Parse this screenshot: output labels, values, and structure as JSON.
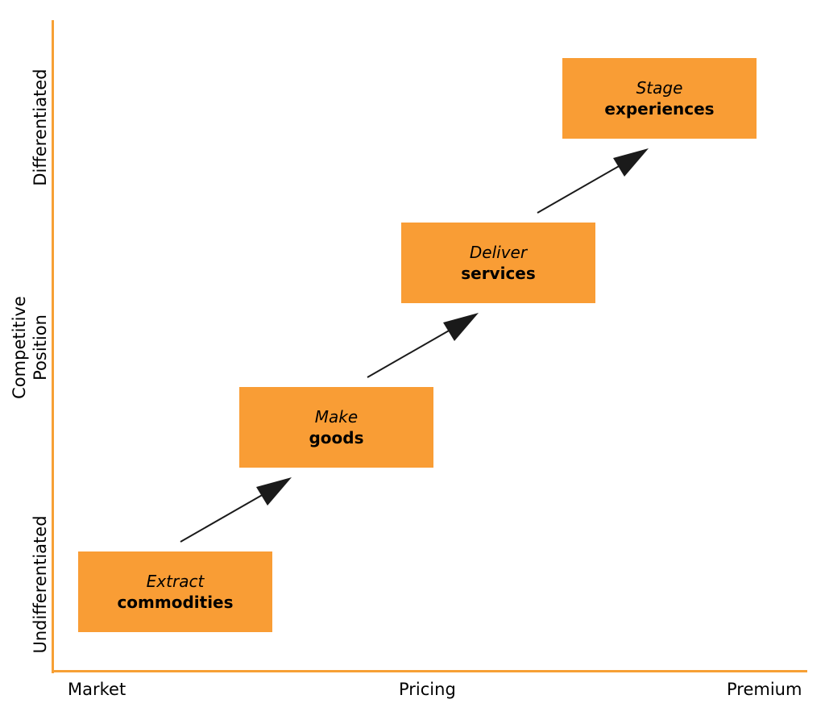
{
  "axes": {
    "x_left": "Market",
    "x_center": "Pricing",
    "x_right": "Premium",
    "y_top": "Differentiated",
    "y_middle": "Competitive Position",
    "y_bottom": "Undifferentiated"
  },
  "stages": [
    {
      "verb": "Extract",
      "noun": "commodities"
    },
    {
      "verb": "Make",
      "noun": "goods"
    },
    {
      "verb": "Deliver",
      "noun": "services"
    },
    {
      "verb": "Stage",
      "noun": "experiences"
    }
  ],
  "colors": {
    "box_fill": "#f99d35",
    "axis": "#f7a035",
    "arrow": "#1a1a1a"
  }
}
